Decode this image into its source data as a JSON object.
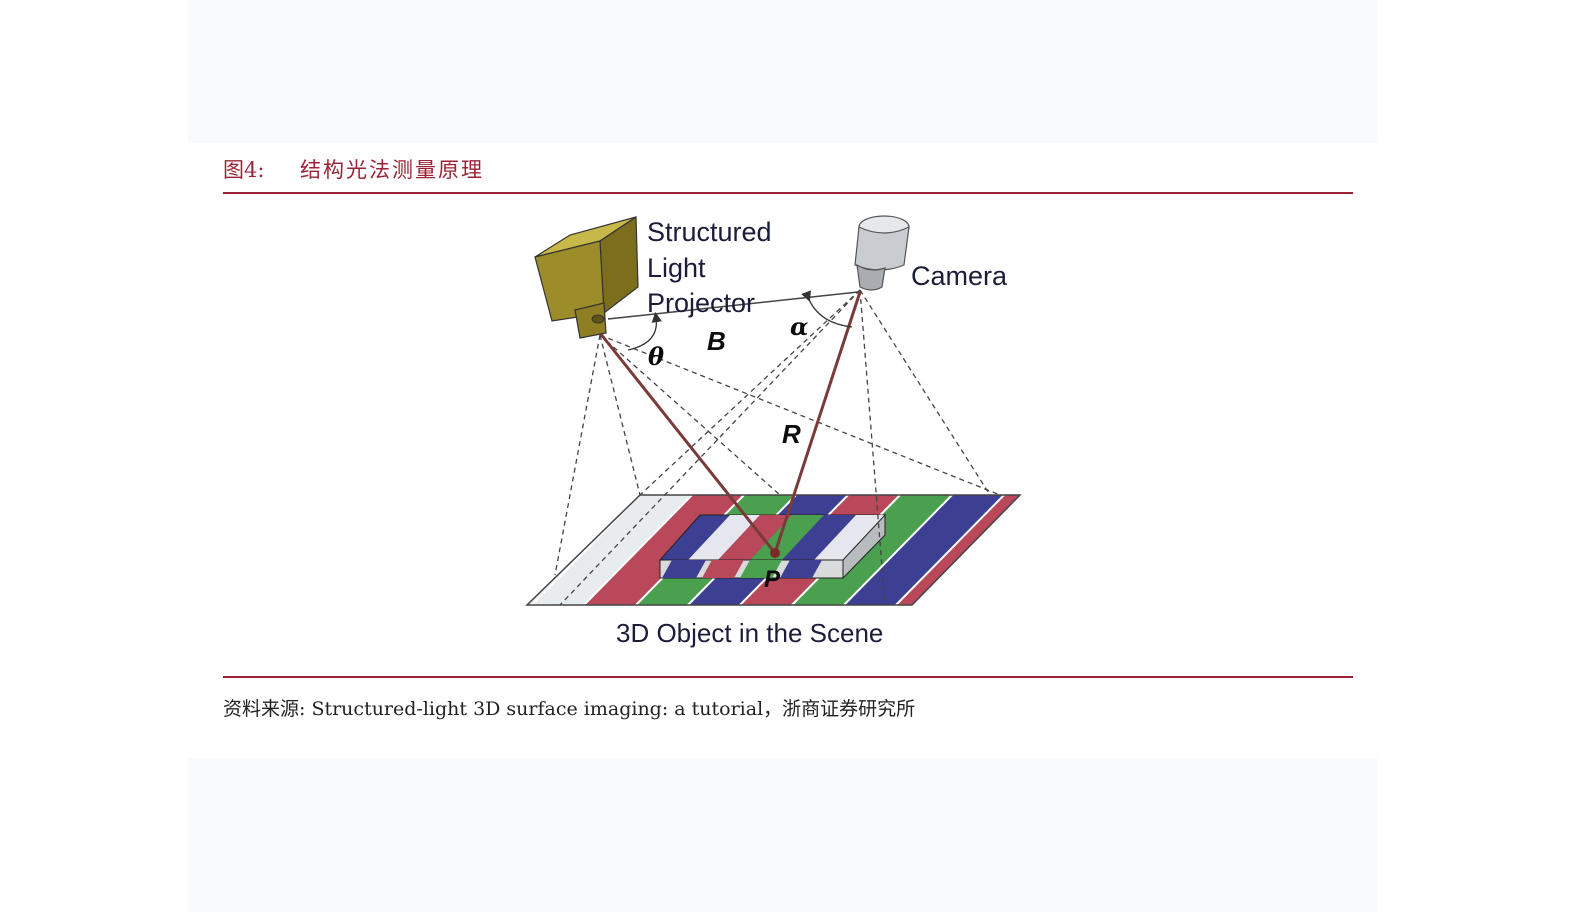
{
  "header": {
    "figure_number": "图4:",
    "title": "结构光法测量原理"
  },
  "diagram": {
    "labels": {
      "projector_line1": "Structured",
      "projector_line2": "Light",
      "projector_line3": "Projector",
      "camera": "Camera",
      "baseline": "B",
      "theta": "θ",
      "alpha": "α",
      "range": "R",
      "point": "P",
      "scene": "3D Object in the Scene"
    },
    "colors": {
      "accent": "#9b2335",
      "stripe_red": "#b8485a",
      "stripe_green": "#4aa04e",
      "stripe_blue": "#3c3f92",
      "stripe_white": "#e8ecee",
      "ray": "#7a3a3a",
      "projector_body": "#9c8c2a",
      "camera_body": "#c9ccd0"
    },
    "icons": [
      "projector-icon",
      "camera-icon"
    ]
  },
  "footer": {
    "source_label": "资料来源:",
    "source_text": "Structured-light 3D surface imaging: a tutorial，浙商证券研究所"
  }
}
